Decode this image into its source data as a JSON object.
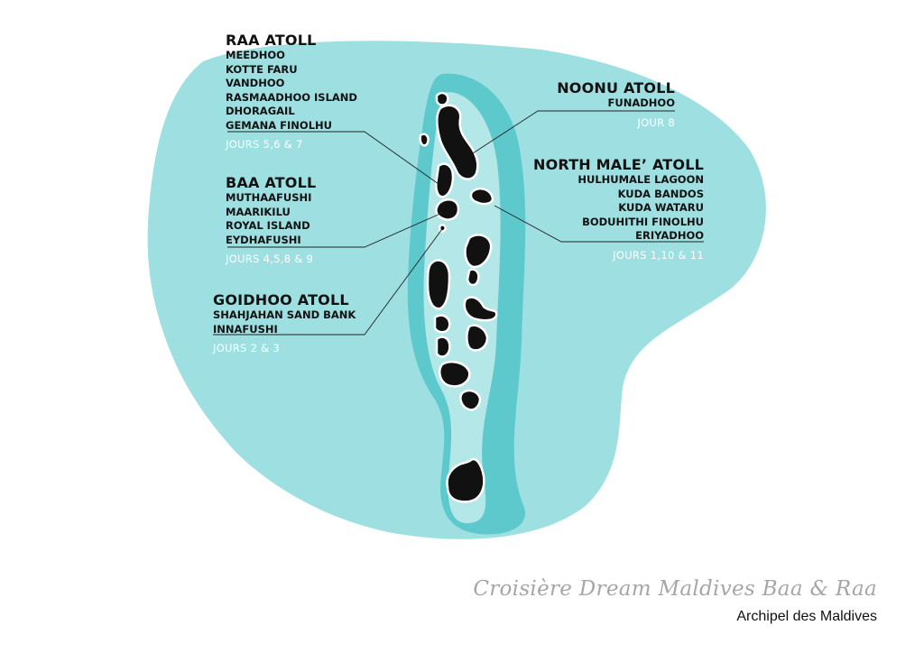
{
  "map": {
    "colors": {
      "sea": "#9ee0e2",
      "atoll_ring": "#5ec9cd",
      "lagoon": "#b4e7e7",
      "island": "#111111",
      "island_outline": "#ffffff",
      "leader_line": "#222222",
      "days_text": "#ffffff"
    }
  },
  "labels": {
    "raa": {
      "name": "RAA ATOLL",
      "places": [
        "MEEDHOO",
        "KOTTE FARU",
        "VANDHOO",
        "RASMAADHOO ISLAND",
        "DHORAGAIL",
        "GEMANA FINOLHU"
      ],
      "days": "JOURS 5,6 & 7"
    },
    "baa": {
      "name": "BAA ATOLL",
      "places": [
        "MUTHAAFUSHI",
        "MAARIKILU",
        "ROYAL ISLAND",
        "EYDHAFUSHI"
      ],
      "days": "JOURS 4,5,8 & 9"
    },
    "goidhoo": {
      "name": "GOIDHOO ATOLL",
      "places": [
        "SHAHJAHAN SAND BANK",
        "INNAFUSHI"
      ],
      "days": "JOURS 2 & 3"
    },
    "noonu": {
      "name": "NOONU ATOLL",
      "places": [
        "FUNADHOO"
      ],
      "days": "JOUR 8"
    },
    "north_male": {
      "name": "NORTH MALE’ ATOLL",
      "places": [
        "HULHUMALE LAGOON",
        "KUDA BANDOS",
        "KUDA WATARU",
        "BODUHITHI FINOLHU",
        "ERIYADHOO"
      ],
      "days": "JOURS 1,10 & 11"
    }
  },
  "footer": {
    "title": "Croisière Dream Maldives Baa & Raa",
    "subtitle": "Archipel des Maldives"
  }
}
